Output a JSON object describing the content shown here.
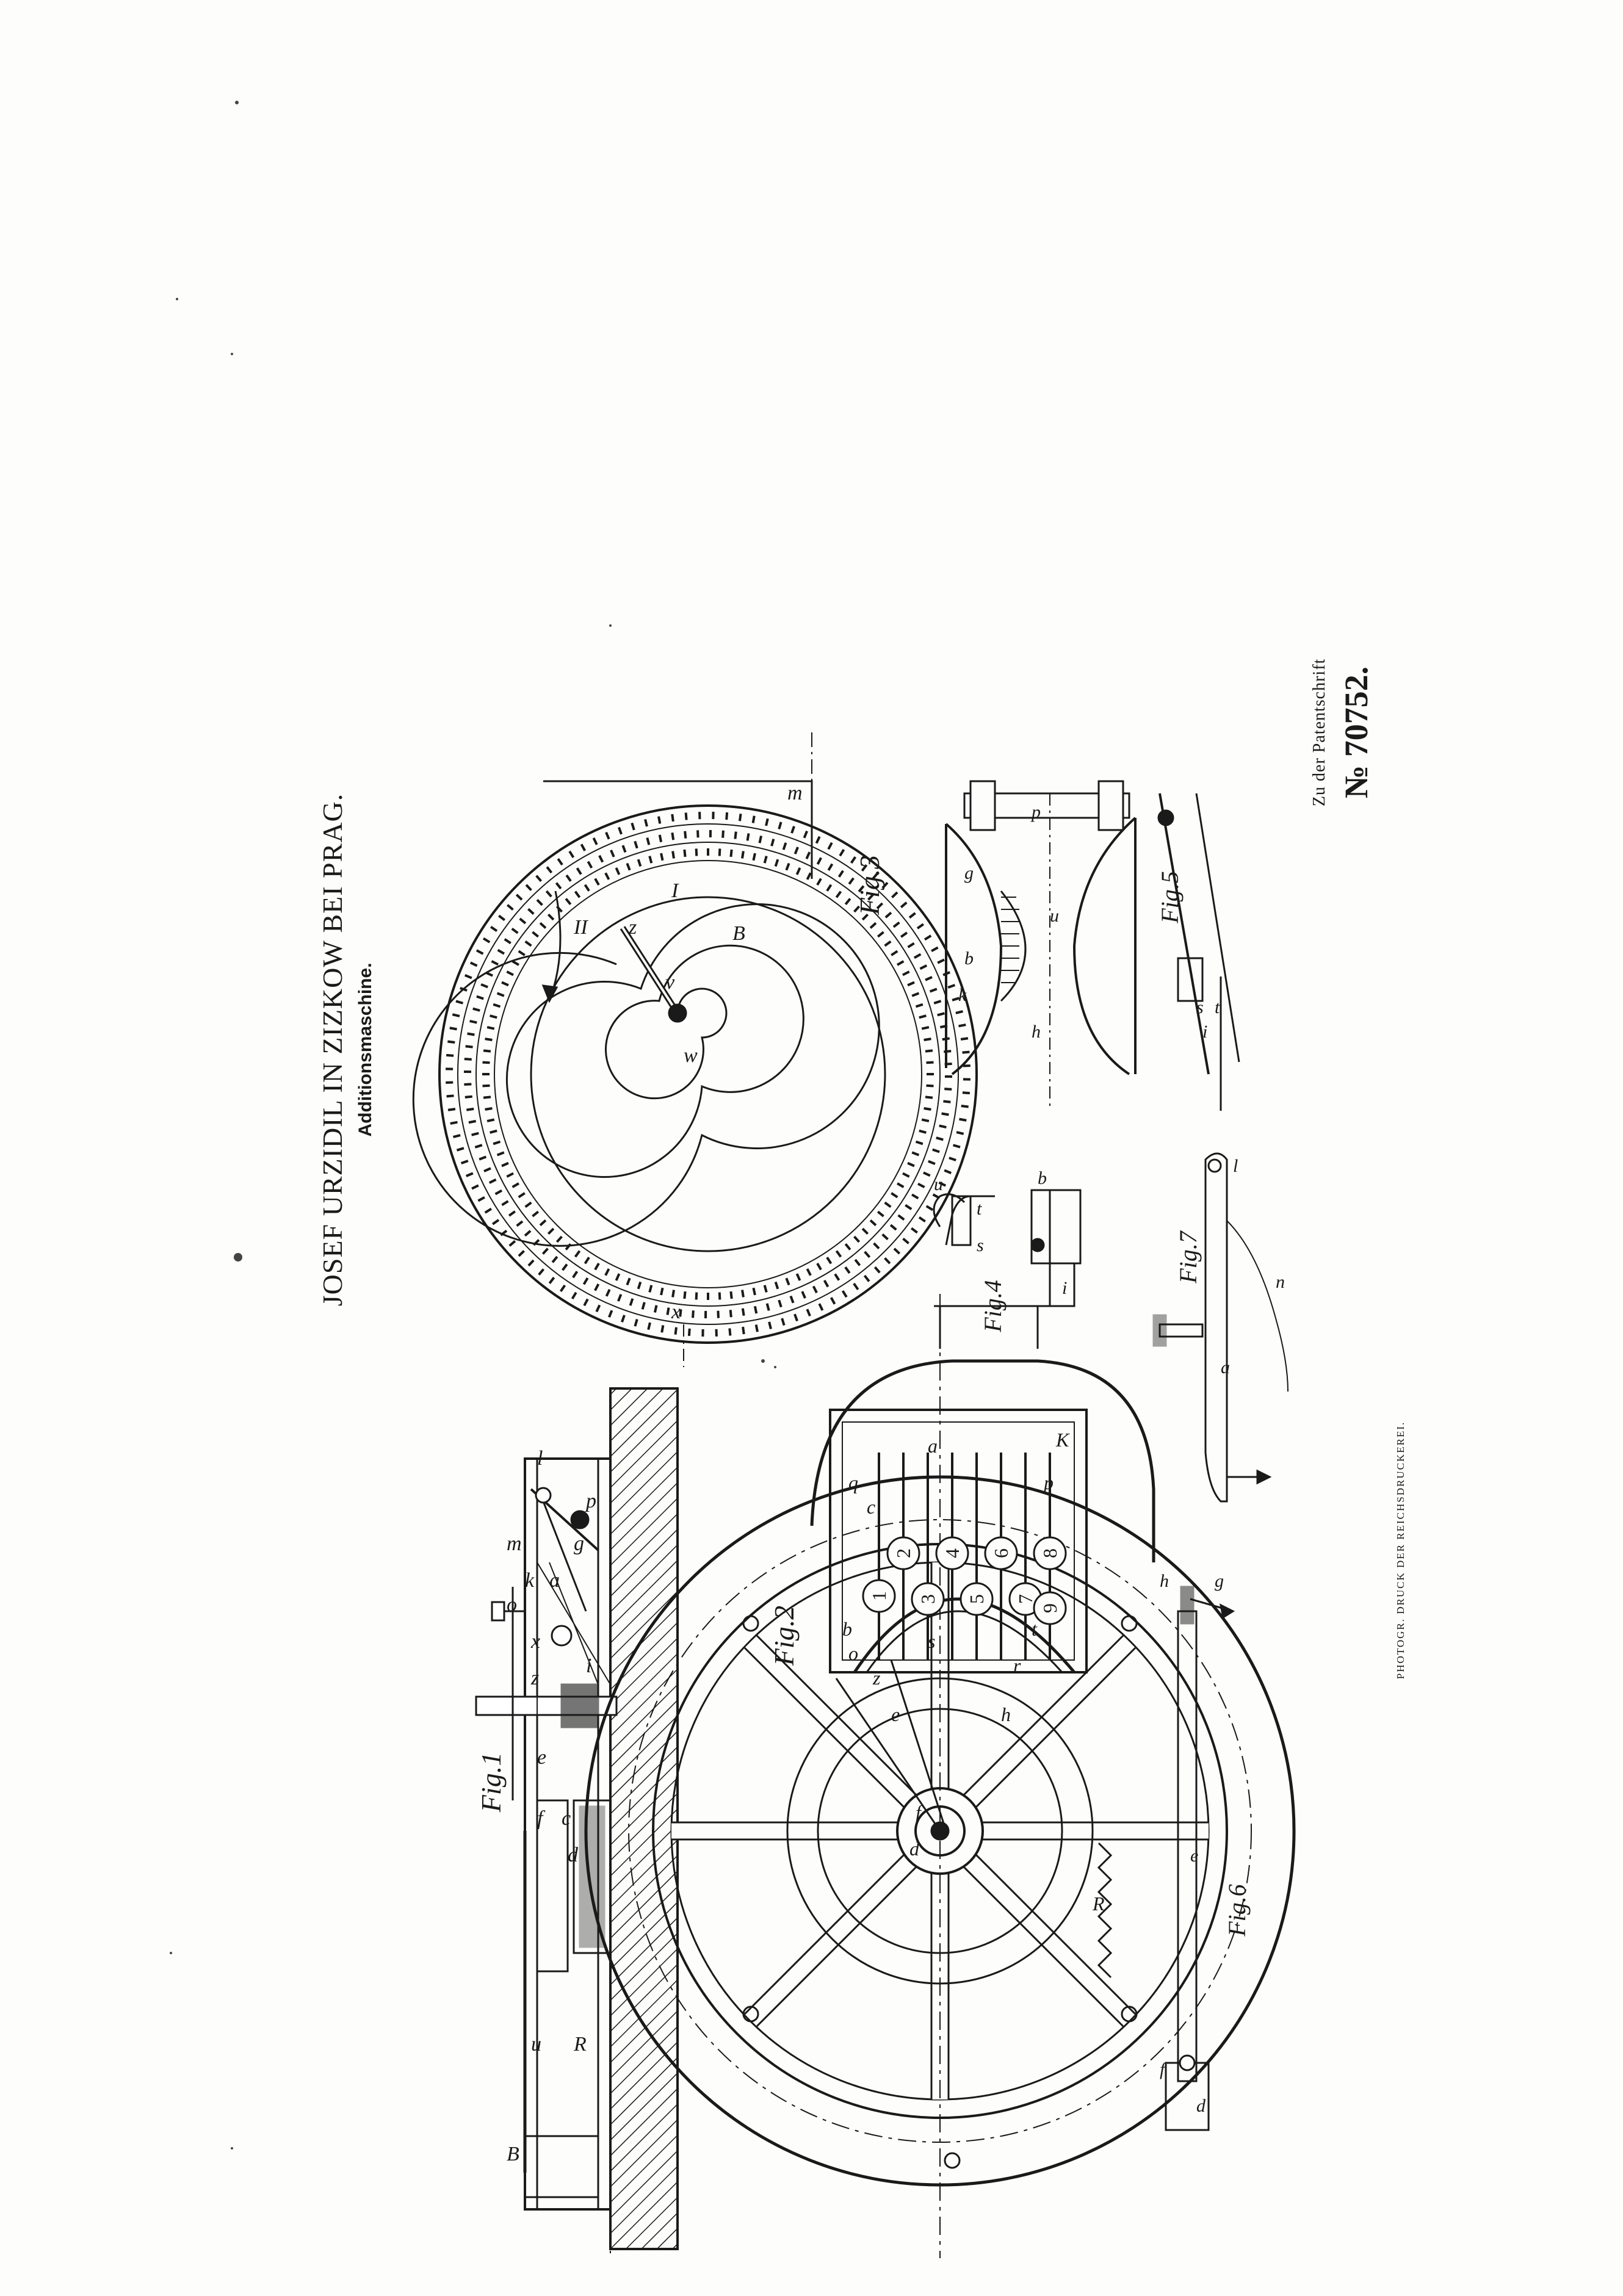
{
  "header": {
    "inventor": "JOSEF URZIDIL IN ZIZKOW BEI PRAG.",
    "title": "Additionsmaschine."
  },
  "patent": {
    "reference": "Zu der Patentschrift",
    "number": "№ 70752."
  },
  "printer": "PHOTOGR. DRUCK DER REICHSDRUCKEREI.",
  "figures": {
    "fig1": "Fig.1",
    "fig2": "Fig.2",
    "fig3": "Fig.3",
    "fig4": "Fig.4",
    "fig5": "Fig.5",
    "fig6": "Fig.6",
    "fig7": "Fig.7"
  },
  "fig1_labels": [
    "B",
    "u",
    "R",
    "d",
    "c",
    "e",
    "f",
    "z",
    "x",
    "k",
    "o",
    "m",
    "l",
    "g",
    "a",
    "i",
    "p"
  ],
  "fig2_labels": [
    "R",
    "e",
    "f",
    "d",
    "z",
    "h",
    "r",
    "o",
    "b",
    "s",
    "a",
    "q",
    "p",
    "K",
    "t",
    "c"
  ],
  "fig2_keys": [
    "1",
    "2",
    "3",
    "4",
    "5",
    "6",
    "7",
    "8",
    "9"
  ],
  "fig3_labels": [
    "x",
    "m",
    "B",
    "w",
    "v",
    "z",
    "I",
    "II"
  ],
  "fig4_labels": [
    "u",
    "t",
    "s",
    "i",
    "b"
  ],
  "fig5_labels": [
    "p",
    "g",
    "b",
    "u",
    "h",
    "s",
    "t",
    "i",
    "k"
  ],
  "fig6_labels": [
    "d",
    "f",
    "e",
    "h",
    "g"
  ],
  "fig7_labels": [
    "a",
    "n",
    "l"
  ],
  "colors": {
    "ink": "#1a1a1a",
    "paper": "#fdfdfb"
  }
}
